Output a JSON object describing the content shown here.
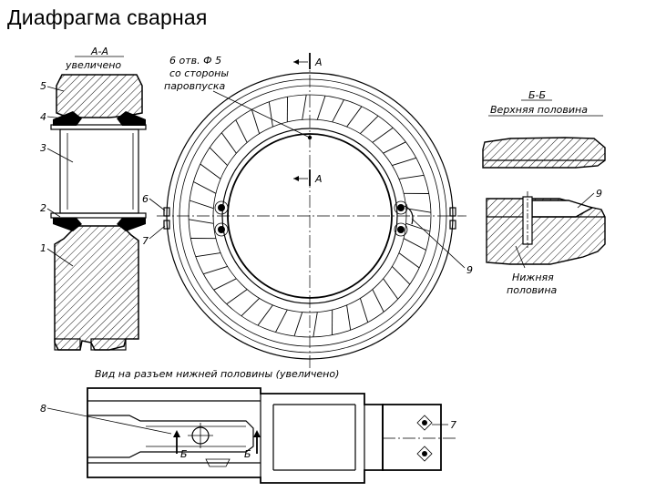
{
  "title": "Диафрагма сварная",
  "labels": {
    "section_aa": "А-А",
    "section_aa_scale": "увеличено",
    "holes_line1": "6 отв. Ф 5",
    "holes_line2": "со стороны",
    "holes_line3": "паровпуска",
    "cut_a_top": "А",
    "cut_a_bottom": "А",
    "section_bb": "Б-Б",
    "upper_half": "Верхняя половина",
    "lower_half_line1": "Нижняя",
    "lower_half_line2": "половина",
    "split_view": "Вид на разъем нижней половины (увеличено)",
    "cut_b_left": "Б",
    "cut_b_right": "Б"
  },
  "callouts": {
    "n1": "1",
    "n2": "2",
    "n3": "3",
    "n4": "4",
    "n5": "5",
    "n6": "6",
    "n7": "7",
    "n8": "8",
    "n9": "9",
    "n9b": "9",
    "n7b": "7"
  }
}
